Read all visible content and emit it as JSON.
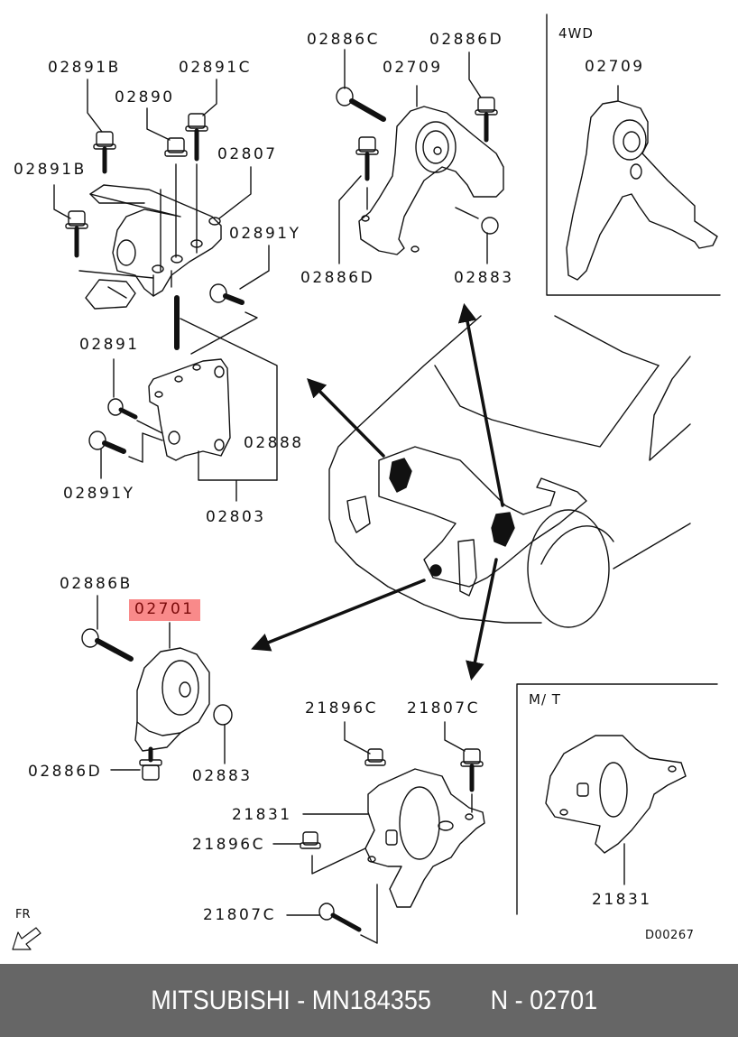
{
  "labels": {
    "p02891B_top": "02891B",
    "p02891C": "02891C",
    "p02890": "02890",
    "p02807": "02807",
    "p02891B_left": "02891B",
    "p02891Y_right": "02891Y",
    "p02891": "02891",
    "p02888": "02888",
    "p02891Y_left": "02891Y",
    "p02803": "02803",
    "p02886C": "02886C",
    "p02886D_top": "02886D",
    "p02709": "02709",
    "p02886D_bottom": "02886D",
    "p02883_top": "02883",
    "p4wd_02709": "02709",
    "p02886B": "02886B",
    "p02701": "02701",
    "p02886D_lower": "02886D",
    "p02883_lower": "02883",
    "p21896C_top": "21896C",
    "p21807C_top": "21807C",
    "p21831": "21831",
    "p21896C_left": "21896C",
    "p21807C_bottom": "21807C",
    "mt_21831": "21831"
  },
  "insets": {
    "four_wd_title": "4WD",
    "mt_title": "M/ T"
  },
  "direction_label": "FR",
  "diagram_code": "D00267",
  "highlight_color": "#f98a8a",
  "footer": {
    "brand": "MITSUBISHI - MN184355",
    "ref": "N - 02701",
    "background": "#666666"
  }
}
